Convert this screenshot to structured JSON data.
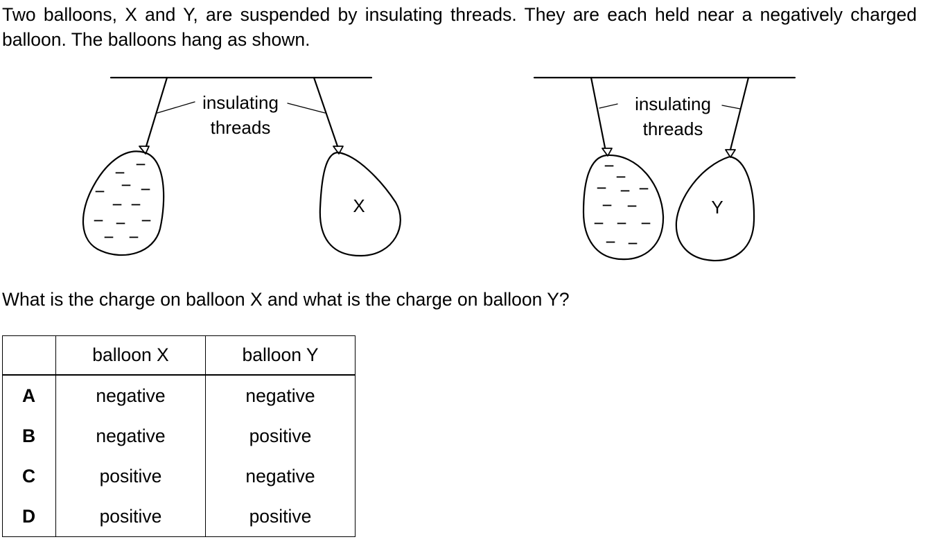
{
  "question": {
    "intro": "Two balloons, X and Y, are suspended by insulating threads. They are each held near a negatively charged balloon. The balloons hang as shown.",
    "prompt": "What is the charge on balloon X and what is the charge on balloon Y?"
  },
  "diagram": {
    "left": {
      "thread_label_line1": "insulating",
      "thread_label_line2": "threads",
      "balloon_label": "X",
      "charge_symbol": "−"
    },
    "right": {
      "thread_label_line1": "insulating",
      "thread_label_line2": "threads",
      "balloon_label": "Y",
      "charge_symbol": "−"
    }
  },
  "table": {
    "headers": [
      "",
      "balloon X",
      "balloon Y"
    ],
    "rows": [
      {
        "letter": "A",
        "x": "negative",
        "y": "negative"
      },
      {
        "letter": "B",
        "x": "negative",
        "y": "positive"
      },
      {
        "letter": "C",
        "x": "positive",
        "y": "negative"
      },
      {
        "letter": "D",
        "x": "positive",
        "y": "positive"
      }
    ]
  }
}
